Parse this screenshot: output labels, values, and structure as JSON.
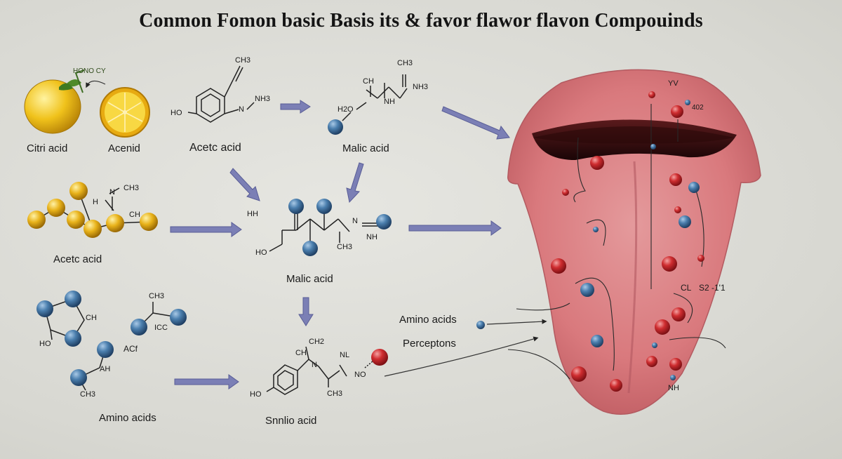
{
  "title": "Conmon Fomon basic Basis its & favor flawor flavon Compouinds",
  "labels": {
    "citri_acid": "Citri acid",
    "acenid": "Acenid",
    "acetc_acid_top": "Acetc acid",
    "malic_acid_top": "Malic acid",
    "acetc_acid_mid": "Acetc acid",
    "malic_acid_mid": "Malic acid",
    "amino_acids_bottom": "Amino acids",
    "snnlio_acid": "Snnlio acid",
    "amino_acids_right": "Amino acids",
    "perceptons": "Perceptons"
  },
  "chem_text": {
    "honocy": "HONO CY",
    "m1_ch3": "CH3",
    "m1_nh3": "NH3",
    "m1_ho": "HO",
    "m1_n": "N",
    "m2_ch3": "CH3",
    "m2_ch": "CH",
    "m2_nh3": "NH3",
    "m2_h2o": "H2O",
    "m2_nh": "NH",
    "m3_ch3": "CH3",
    "m3_h": "H",
    "m3_n": "N",
    "m3_ch": "CH",
    "m4_hh": "HH",
    "m4_ho": "HO",
    "m4_n": "N",
    "m4_nh": "NH",
    "m4_ch3": "CH3",
    "m5_ch": "CH",
    "m5_ho": "HO",
    "m6_ch3": "CH3",
    "m6_icc": "ICC",
    "m6_acf": "ACf",
    "m6_ah": "AH",
    "m6_ch3b": "CH3",
    "m7_ch2": "CH2",
    "m7_nl": "NL",
    "m7_ch": "CH",
    "m7_n": "N",
    "m7_no": "NO",
    "m7_ho": "HO",
    "m7_ch3": "CH3",
    "t_yv": "YV",
    "t_402": "402",
    "t_cl": "CL",
    "t_521": "S2 -1'1",
    "t_nh": "NH"
  },
  "colors": {
    "background": "#dcdcd6",
    "arrow": "#7b7fb5",
    "blue_atom": "#3f6f9c",
    "red_atom": "#c8262a",
    "gold_atom": "#e8b21a",
    "tongue": "#d6757a",
    "lemon": "#efc319"
  }
}
